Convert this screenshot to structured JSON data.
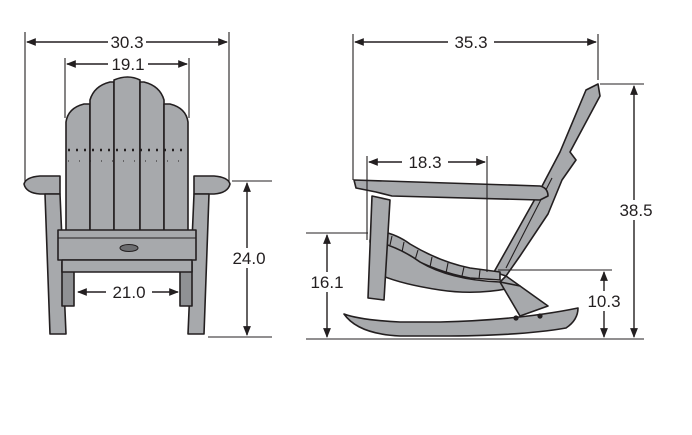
{
  "dimensions": {
    "front_overall_width": "30.3",
    "front_back_width": "19.1",
    "front_inner_width": "21.0",
    "front_arm_height": "24.0",
    "side_overall_depth": "35.3",
    "side_arm_depth": "18.3",
    "side_overall_height": "38.5",
    "side_seat_height": "16.1",
    "side_rocker_height": "10.3"
  },
  "colors": {
    "chair_fill": "#a7a9ac",
    "outline": "#231f20",
    "background": "#ffffff"
  }
}
